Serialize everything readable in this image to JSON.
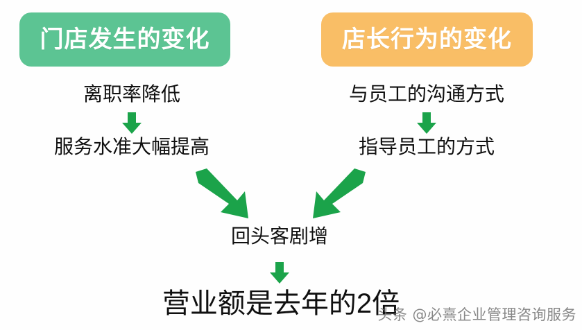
{
  "colors": {
    "green_box": "#5CC493",
    "orange_box": "#F9BE66",
    "arrow_green": "#1BA34A",
    "text": "#101010",
    "background": "#FEFEFE",
    "watermark": "#6D6D6D"
  },
  "columns": {
    "left": {
      "header": "门店发生的变化",
      "steps": [
        "离职率降低",
        "服务水准大幅提高"
      ]
    },
    "right": {
      "header": "店长行为的变化",
      "steps": [
        "与员工的沟通方式",
        "指导员工的方式"
      ]
    }
  },
  "merge": {
    "result": "回头客剧增",
    "conclusion": "营业额是去年的2倍"
  },
  "arrows": {
    "left_down": "arrow-down-icon",
    "right_down": "arrow-down-icon",
    "merge_left": "arrow-diagonal-down-right-icon",
    "merge_right": "arrow-diagonal-down-left-icon",
    "center_down": "arrow-down-icon"
  },
  "watermark": {
    "prefix": "头条",
    "handle": "@必熹企业管理咨询服务",
    "full": "头条 @必熹企业管理咨询服务"
  }
}
